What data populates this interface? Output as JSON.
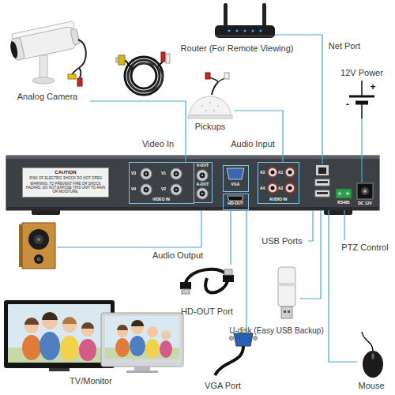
{
  "diagram": {
    "nodes": [
      {
        "text": [
          "CAUTION",
          "RISK OF ELECTRIC SHOCK DO NOT OPEN",
          "WARNING: TO PREVENT FIRE OR SHOCK HAZARD, DO NOT EXPOSE THIS UNIT TO RAIN OR MOISTURE."
        ]
      },
      {
        "text": [
          "V3",
          "V1",
          "V4",
          "V2",
          "VIDEO IN"
        ]
      },
      {
        "text": [
          "V-OUT",
          "A-OUT"
        ]
      },
      {
        "text": [
          "VGA"
        ]
      },
      {
        "text": [
          "HD-OUT"
        ]
      },
      {
        "text": [
          "A3",
          "A1",
          "A4",
          "A2",
          "AUDIO IN"
        ]
      }
    ],
    "labels": [
      "Analog Camera",
      "Router (For Remote Viewing)",
      "Net Port",
      "12V Power",
      "+",
      "-",
      "Pickups",
      "Video In",
      "Audio Input",
      "RS485",
      "DC 12V",
      "Audio Output",
      "USB Ports",
      "PTZ Control",
      "HD-OUT Port",
      "U-disk (Easy USB Backup)",
      "VGA Port",
      "TV/Monitor",
      "Mouse"
    ]
  }
}
